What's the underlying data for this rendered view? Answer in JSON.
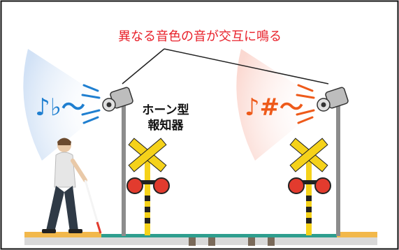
{
  "caption": "異なる音色の音が交互に鳴る",
  "device_label_line1": "ホーン型",
  "device_label_line2": "報知器",
  "left_tone": "♪♭〜",
  "right_tone": "♪#〜",
  "colors": {
    "caption": "#e8202a",
    "left_tone": "#1f7fd0",
    "right_tone": "#ee5a1a",
    "left_beam": "#cfe0f5",
    "right_beam": "#fbd7cf",
    "signal_yellow": "#f5d21a",
    "signal_black": "#222222",
    "lamp_red": "#e23b2e",
    "ground": "#d9d9d9",
    "platform": "#f2b84b",
    "rail": "#2e9e8e",
    "frame": "#111111",
    "pole": "#8c8c8c"
  },
  "icons": {
    "left_horn": "horn-speaker-icon",
    "right_horn": "horn-speaker-icon",
    "left_signal": "crossing-signal-icon",
    "right_signal": "crossing-signal-icon",
    "pedestrian": "visually-impaired-pedestrian-icon"
  }
}
